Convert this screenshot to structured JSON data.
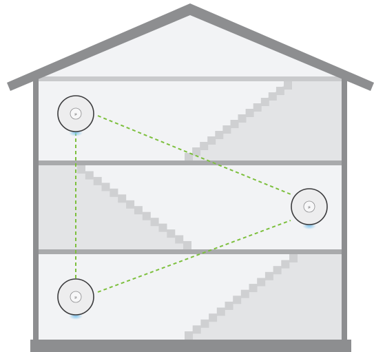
{
  "house": {
    "floors": [
      {
        "name": "top-floor",
        "stairs_direction": "up-right"
      },
      {
        "name": "middle-floor",
        "stairs_direction": "down-right"
      },
      {
        "name": "ground-floor",
        "stairs_direction": "up-right"
      }
    ]
  },
  "devices": [
    {
      "id": "ap-top-left",
      "floor": "top-floor",
      "logo": "µ",
      "status_led": "blue"
    },
    {
      "id": "ap-middle-right",
      "floor": "middle-floor",
      "logo": "µ",
      "status_led": "blue"
    },
    {
      "id": "ap-bottom-left",
      "floor": "ground-floor",
      "logo": "µ",
      "status_led": "blue"
    }
  ],
  "mesh_links": [
    {
      "from": "ap-top-left",
      "to": "ap-middle-right"
    },
    {
      "from": "ap-top-left",
      "to": "ap-bottom-left"
    },
    {
      "from": "ap-bottom-left",
      "to": "ap-middle-right"
    }
  ],
  "colors": {
    "wall": "#8d8e90",
    "floor_slab": "#bdbec0",
    "room": "#f2f3f5",
    "stair_shadow": "#e3e4e6",
    "stair_step": "#cfd0d2",
    "mesh_link": "#7cbf3c",
    "device_led": "#7fc4ee"
  }
}
